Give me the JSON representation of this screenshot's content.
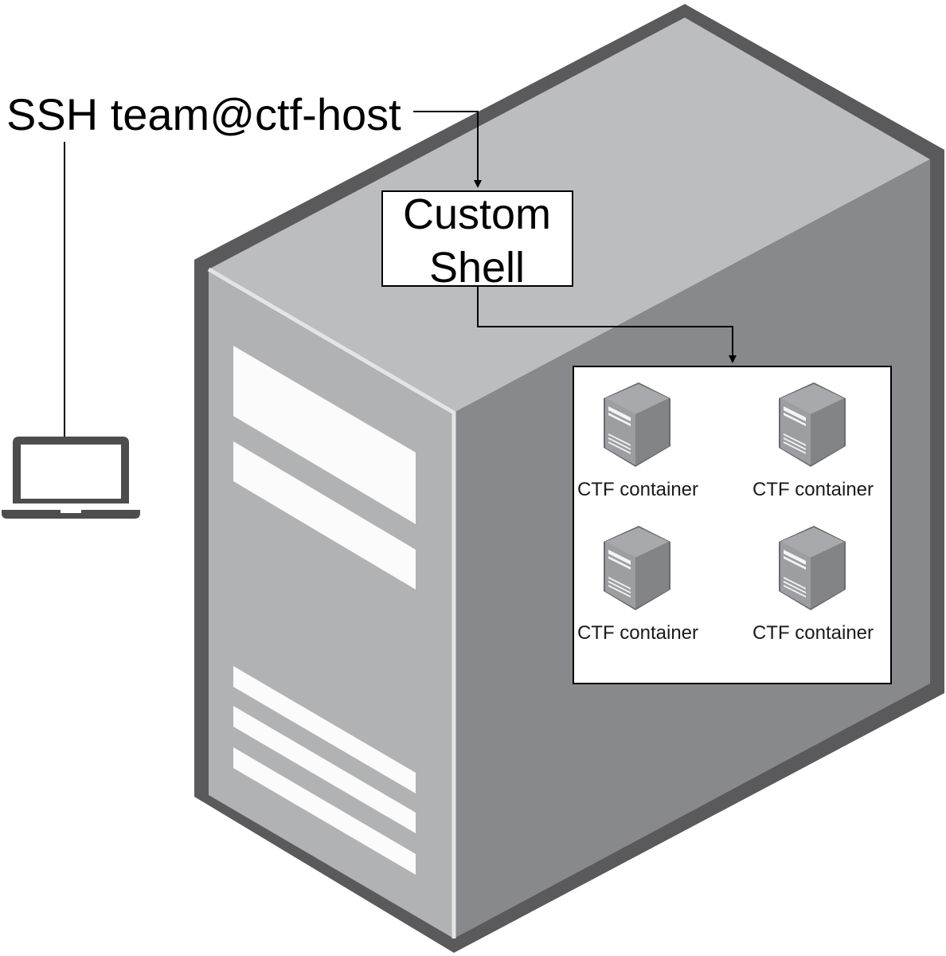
{
  "diagram": {
    "ssh_label": "SSH team@ctf-host",
    "shell_box": {
      "line1": "Custom",
      "line2": "Shell"
    },
    "containers": [
      {
        "label": "CTF container",
        "icon": "server-icon"
      },
      {
        "label": "CTF container",
        "icon": "server-icon"
      },
      {
        "label": "CTF container",
        "icon": "server-icon"
      },
      {
        "label": "CTF container",
        "icon": "server-icon"
      }
    ],
    "icons": {
      "client": "laptop-icon",
      "host": "server-tower-icon"
    },
    "colors": {
      "server_outline": "#5a5a5d",
      "server_top": "#bcbdbf",
      "server_front": "#b1b2b4",
      "server_side": "#88898c",
      "vents": "#fbfbfb",
      "laptop": "#4d4d4f"
    }
  }
}
